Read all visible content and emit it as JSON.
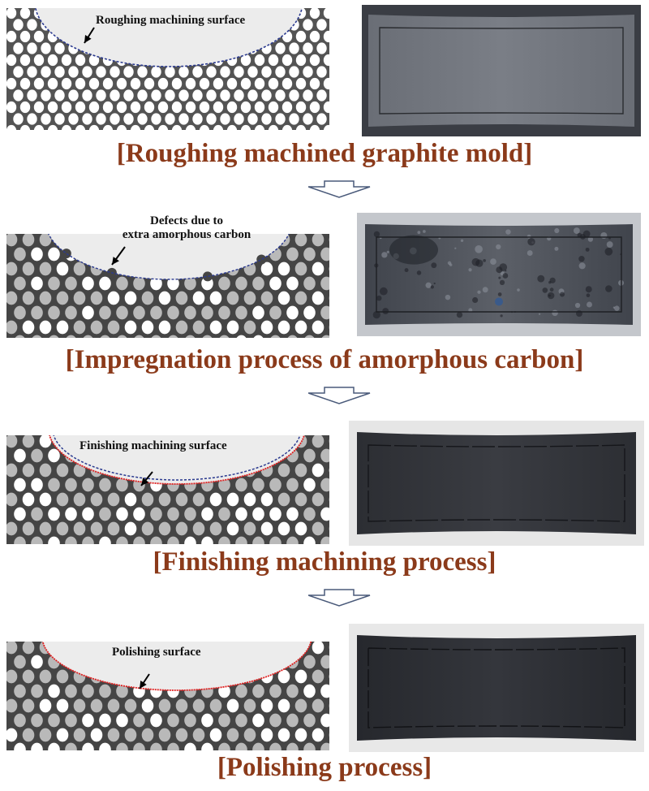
{
  "colors": {
    "caption": "#8b3a1a",
    "pore_white": "#ffffff",
    "pore_gray": "#b9b9b9",
    "matrix_light": "#545454",
    "matrix_dark": "#454545",
    "cavity": "#ececec",
    "rough_outline": "#2b3a8f",
    "finish_outline": "#2b3a8f",
    "polish_outline": "#e02020"
  },
  "steps": [
    {
      "caption": "[Roughing machined graphite mold]",
      "annotation": "Roughing machining surface",
      "defects": "none",
      "surface_icon": "roughing-surface-outline",
      "photo": "light-gray-mold"
    },
    {
      "caption": "[Impregnation process of amorphous carbon]",
      "annotation_line1": "Defects due to",
      "annotation_line2": "extra amorphous carbon",
      "defects": "bumps",
      "photo": "stained-mold"
    },
    {
      "caption": "[Finishing machining process]",
      "annotation": "Finishing machining surface",
      "photo": "dark-mold"
    },
    {
      "caption": "[Polishing process]",
      "annotation": "Polishing surface",
      "photo": "dark-mold"
    }
  ]
}
